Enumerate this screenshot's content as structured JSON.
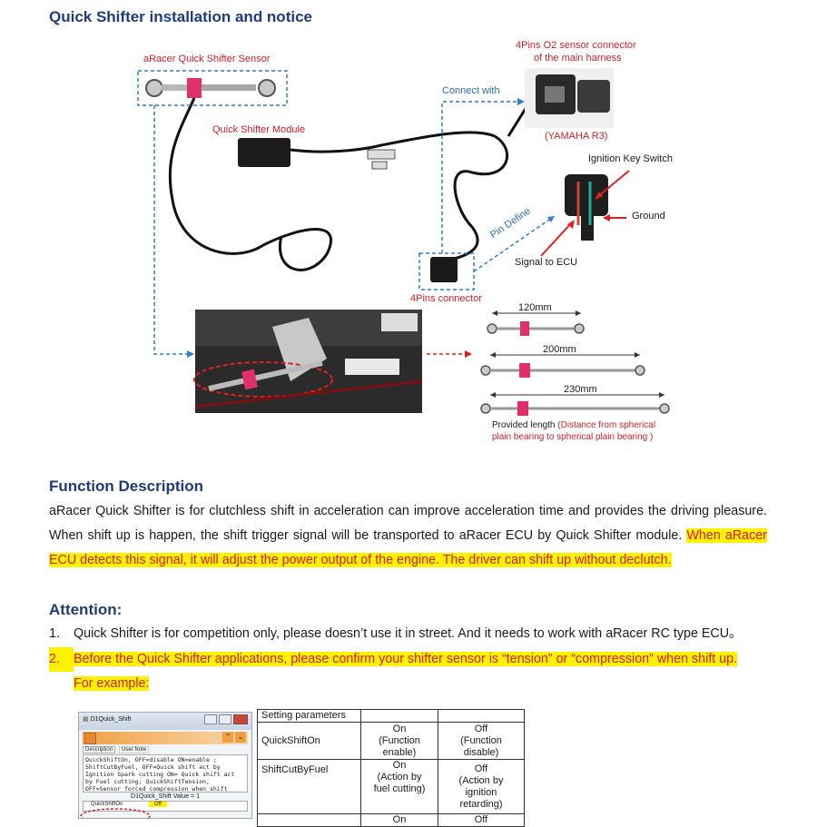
{
  "title": "Quick Shifter installation and notice",
  "diagram": {
    "sensor_label": "aRacer Quick Shifter Sensor",
    "module_label": "Quick Shifter Module",
    "o2_label_line1": "4Pins O2 sensor connector",
    "o2_label_line2": "of the main harness",
    "connect_with": "Connect with",
    "yamaha": "(YAMAHA R3)",
    "ignition_key": "Ignition Key Switch",
    "ground": "Ground",
    "signal_ecu": "Signal to ECU",
    "pin_define": "Pin Define",
    "four_pins": "4Pins connector",
    "len_120": "120mm",
    "len_200": "200mm",
    "len_230": "230mm",
    "provided_prefix": "Provided length ",
    "provided_red_1": "(Distance from spherical",
    "provided_red_2": "plain bearing to spherical plain bearing )"
  },
  "function": {
    "heading": "Function Description",
    "text1": "aRacer Quick Shifter is for clutchless shift in acceleration can improve acceleration time and provides the driving pleasure. When shift up is happen, the shift trigger signal will be transported to aRacer ECU by Quick Shifter module.",
    "text2": "When aRacer ECU detects this signal, it will adjust the power output of the engine. The driver can shift up without declutch."
  },
  "attention": {
    "heading": "Attention:",
    "items": [
      {
        "num": "1.",
        "text": "Quick Shifter is for competition only, please doesn’t use it in street. And it needs to work with aRacer RC type ECU。"
      },
      {
        "num": "2.",
        "text": "Before the Quick Shifter applications, please confirm your shifter sensor is “tension” or “compression” when shift up.",
        "text_b": "For example:"
      }
    ]
  },
  "software": {
    "window_title": "D1Quick_Shift",
    "tab1": "Description",
    "tab2": "User Note",
    "desc_text": "QuickShiftOn, OFF=disable ON=enable ; ShiftCutByFuel, OFF=Quick shift act by Ignition Spark cutting ON= Quick shift act by Fuel cutting; QuickShiftTension, OFF=Sensor forced compression when shift",
    "value_line": "D1Quick_Shift  Value = 1",
    "row_name": "QuickShiftOn",
    "row_value": "Off"
  },
  "table": {
    "header": "Setting parameters",
    "rows": [
      {
        "name": "QuickShiftOn",
        "on": "On\n(Function\nenable)",
        "off": "Off\n(Function\ndisable)"
      },
      {
        "name": "ShiftCutByFuel",
        "on": "On\n(Action by\nfuel cutting)",
        "off": "Off\n(Action by\nignition\nretarding)"
      },
      {
        "name": "",
        "on": "On",
        "off": "Off"
      }
    ]
  }
}
